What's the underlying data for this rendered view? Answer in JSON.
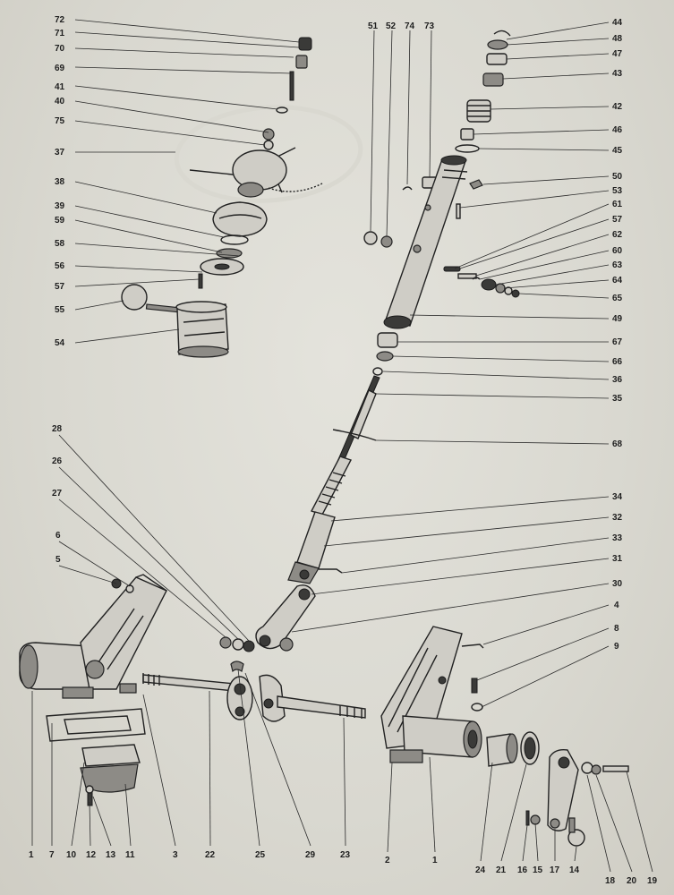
{
  "part_labels": [
    "72",
    "71",
    "70",
    "69",
    "41",
    "40",
    "75",
    "37",
    "38",
    "39",
    "59",
    "58",
    "56",
    "57",
    "55",
    "54",
    "51",
    "52",
    "74",
    "73",
    "44",
    "48",
    "47",
    "43",
    "42",
    "46",
    "45",
    "50",
    "53",
    "61",
    "57",
    "62",
    "60",
    "63",
    "64",
    "65",
    "49",
    "67",
    "66",
    "36",
    "35",
    "68",
    "34",
    "32",
    "33",
    "31",
    "30",
    "4",
    "8",
    "9",
    "28",
    "26",
    "27",
    "6",
    "5",
    "1",
    "7",
    "10",
    "12",
    "13",
    "11",
    "3",
    "22",
    "25",
    "29",
    "23",
    "2",
    "1",
    "24",
    "21",
    "16",
    "15",
    "17",
    "14",
    "18",
    "20",
    "19"
  ]
}
